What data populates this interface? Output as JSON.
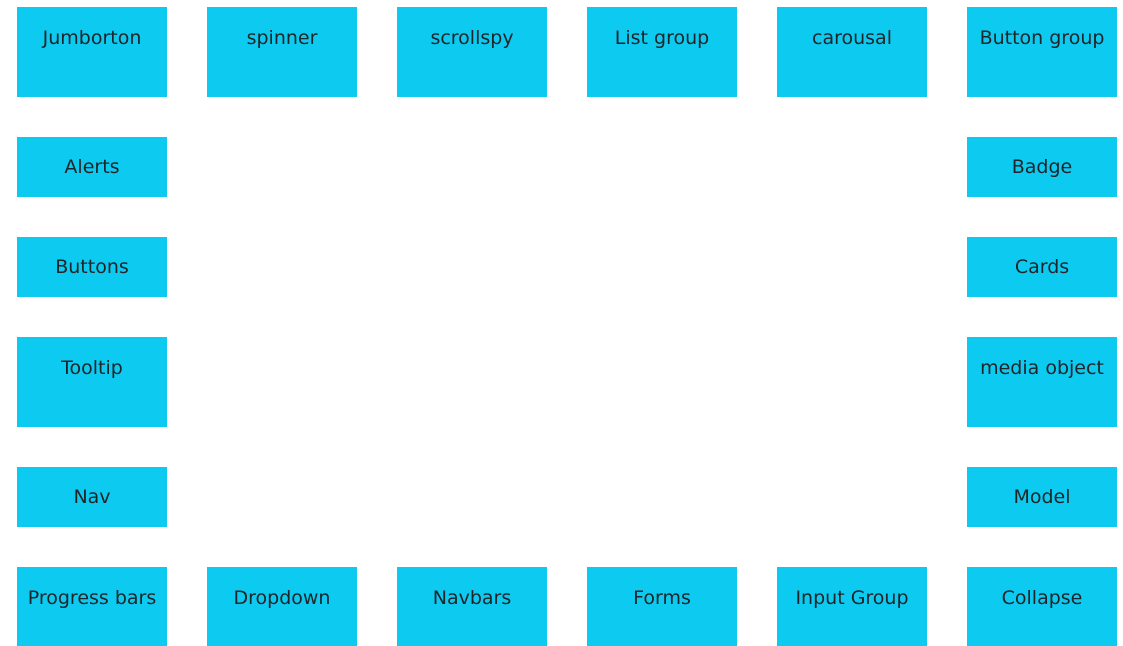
{
  "top_row": {
    "jumborton": "Jumborton",
    "spinner": "spinner",
    "scrollspy": "scrollspy",
    "list_group": "List group",
    "carousal": "carousal",
    "button_group": "Button group"
  },
  "left_column": {
    "alerts": "Alerts",
    "buttons": "Buttons",
    "tooltip": "Tooltip",
    "nav": "Nav"
  },
  "right_column": {
    "badge": "Badge",
    "cards": "Cards",
    "media_object": "media object",
    "model": "Model"
  },
  "bottom_row": {
    "progress_bars": "Progress bars",
    "dropdown": "Dropdown",
    "navbars": "Navbars",
    "forms": "Forms",
    "input_group": "Input Group",
    "collapse": "Collapse"
  },
  "colors": {
    "tile_background": "#0dcaf0",
    "tile_text": "#212529",
    "page_background": "#ffffff"
  }
}
